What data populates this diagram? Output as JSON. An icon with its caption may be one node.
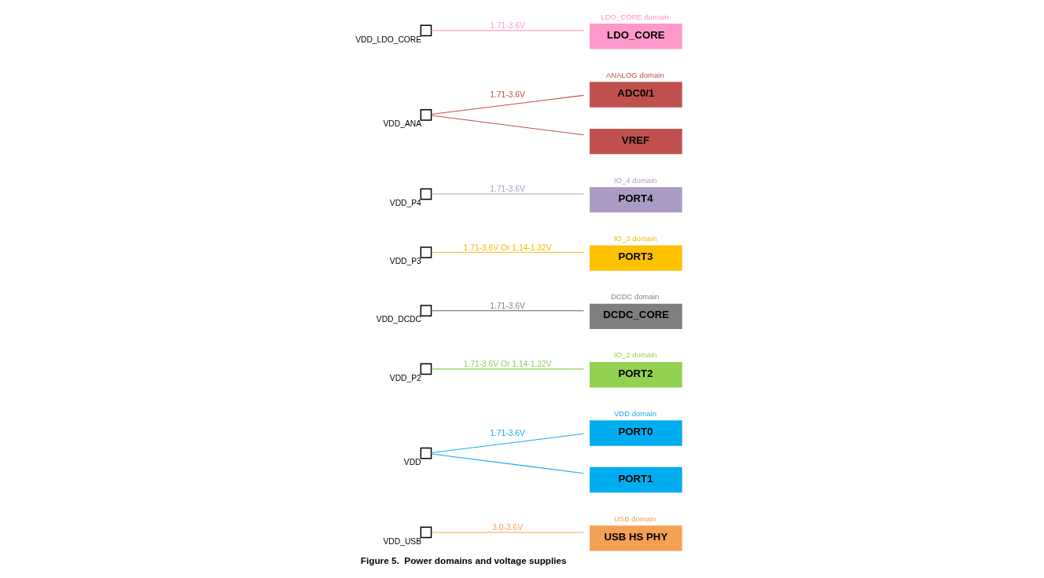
{
  "diagram": {
    "caption": "Figure 5.  Power domains and voltage supplies",
    "nodes": [
      {
        "text": [],
        "shape": "box",
        "beside": [
          "VDD_USB"
        ]
      },
      {
        "text": [
          "USB domain",
          "USB HS PHY"
        ]
      },
      {
        "text": [],
        "shape": "box",
        "beside": [
          "VDD"
        ]
      },
      {
        "text": [
          "VDD domain",
          "PORT0"
        ]
      },
      {
        "text": [
          "PORT1"
        ]
      },
      {
        "text": [],
        "shape": "box",
        "beside": [
          "VDD_P2"
        ]
      },
      {
        "text": [
          "IO_2 domain",
          "PORT2"
        ]
      },
      {
        "text": [],
        "shape": "box",
        "beside": [
          "VDD_DCDC"
        ]
      },
      {
        "text": [
          "DCDC domain",
          "DCDC_CORE"
        ]
      },
      {
        "text": [],
        "shape": "box",
        "beside": [
          "VDD_P3"
        ]
      },
      {
        "text": [
          "IO_3 domain",
          "PORT3"
        ]
      },
      {
        "text": [],
        "shape": "box",
        "beside": [
          "VDD_P4"
        ]
      },
      {
        "text": [
          "IO_4 domain",
          "PORT4"
        ]
      },
      {
        "text": [],
        "shape": "box",
        "beside": [
          "VDD_ANA"
        ]
      },
      {
        "text": [
          "ANALOG domain",
          "ADC0/1"
        ]
      },
      {
        "text": [
          "VREF"
        ]
      },
      {
        "text": [],
        "shape": "box",
        "beside": [
          "VDD_LDO_CORE"
        ]
      },
      {
        "text": [
          "LDO_CORE domain",
          "LDO_CORE"
        ]
      }
    ],
    "edges": [
      {
        "from": 0,
        "to": 1,
        "arrow": "none",
        "label": "3.0-3.6V",
        "color": "#f4a055"
      },
      {
        "from": 2,
        "to": 3,
        "arrow": "none",
        "label": "1.71-3.6V",
        "color": "#1aabe8"
      },
      {
        "from": 2,
        "to": 4,
        "arrow": "none",
        "color": "#1aabe8"
      },
      {
        "from": 5,
        "to": 6,
        "arrow": "none",
        "label": "1.71-3.6V Or 1.14-1.32V",
        "color": "#92d050"
      },
      {
        "from": 7,
        "to": 8,
        "arrow": "none",
        "label": "1.71-3.6V",
        "color": "#808080"
      },
      {
        "from": 9,
        "to": 10,
        "arrow": "none",
        "label": "1.71-3.6V Or 1.14-1.32V",
        "color": "#f5b800"
      },
      {
        "from": 11,
        "to": 12,
        "arrow": "none",
        "label": "1.71-3.6V",
        "color": "#a99bc4"
      },
      {
        "from": 13,
        "to": 14,
        "arrow": "none",
        "label": "1.71-3.6V",
        "color": "#c0504d"
      },
      {
        "from": 13,
        "to": 15,
        "arrow": "none",
        "color": "#c0504d"
      },
      {
        "from": 16,
        "to": 17,
        "arrow": "none",
        "label": "1.71-3.6V",
        "color": "#ff99cc"
      }
    ]
  }
}
